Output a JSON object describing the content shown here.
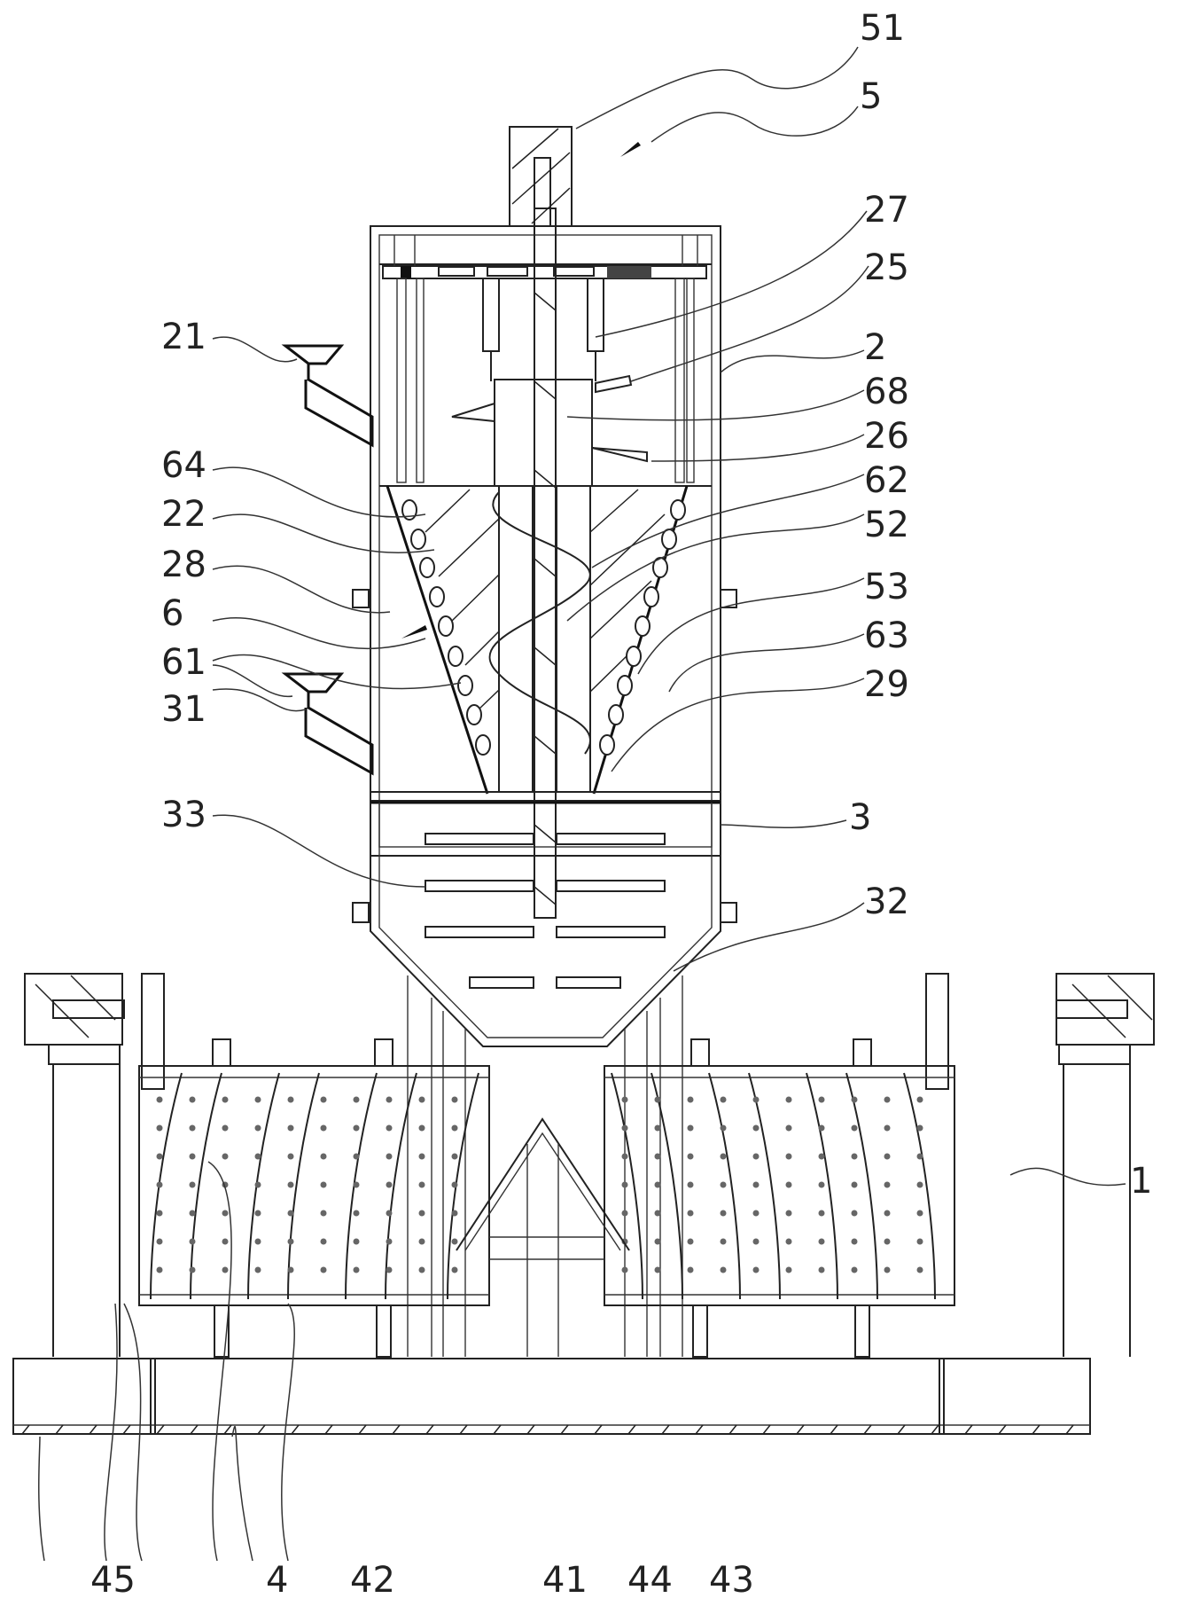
{
  "figure": {
    "type": "patent-drawing",
    "description": "Cross-sectional view of processing machine with upper tank, conical grinder, mixing tank and twin perforated spiral drums on frame",
    "reference_numerals": [
      {
        "id": "51",
        "part": "motor"
      },
      {
        "id": "5",
        "part": "drive assembly"
      },
      {
        "id": "27",
        "part": "telescopic rod"
      },
      {
        "id": "25",
        "part": "scraper blade"
      },
      {
        "id": "2",
        "part": "upper tank"
      },
      {
        "id": "68",
        "part": "stirring blade"
      },
      {
        "id": "26",
        "part": "sleeve"
      },
      {
        "id": "62",
        "part": "grinding ring"
      },
      {
        "id": "52",
        "part": "shaft"
      },
      {
        "id": "53",
        "part": "spiral"
      },
      {
        "id": "63",
        "part": "grinding balls"
      },
      {
        "id": "29",
        "part": "outlet"
      },
      {
        "id": "3",
        "part": "mixing tank"
      },
      {
        "id": "32",
        "part": "conical bottom"
      },
      {
        "id": "1",
        "part": "frame"
      },
      {
        "id": "21",
        "part": "upper feed hopper"
      },
      {
        "id": "64",
        "part": "grinding wall"
      },
      {
        "id": "22",
        "part": "conical chamber"
      },
      {
        "id": "28",
        "part": "cavity"
      },
      {
        "id": "6",
        "part": "grinding assembly"
      },
      {
        "id": "61",
        "part": "grinding cone"
      },
      {
        "id": "31",
        "part": "lower feed hopper"
      },
      {
        "id": "33",
        "part": "stirring paddles"
      },
      {
        "id": "45",
        "part": "side collection box"
      },
      {
        "id": "4",
        "part": "left drum"
      },
      {
        "id": "42",
        "part": "spiral plate"
      },
      {
        "id": "41",
        "part": "splitter"
      },
      {
        "id": "44",
        "part": "collection tank"
      },
      {
        "id": "43",
        "part": "right drum"
      }
    ]
  },
  "labels": {
    "l51": "51",
    "l5": "5",
    "l27": "27",
    "l25": "25",
    "l2": "2",
    "l68": "68",
    "l26": "26",
    "l62": "62",
    "l52": "52",
    "l53": "53",
    "l63": "63",
    "l29": "29",
    "l3": "3",
    "l32": "32",
    "l1": "1",
    "l21": "21",
    "l64": "64",
    "l22": "22",
    "l28": "28",
    "l6": "6",
    "l61": "61",
    "l31": "31",
    "l33": "33",
    "l45": "45",
    "l4": "4",
    "l42": "42",
    "l41": "41",
    "l44": "44",
    "l43": "43"
  }
}
